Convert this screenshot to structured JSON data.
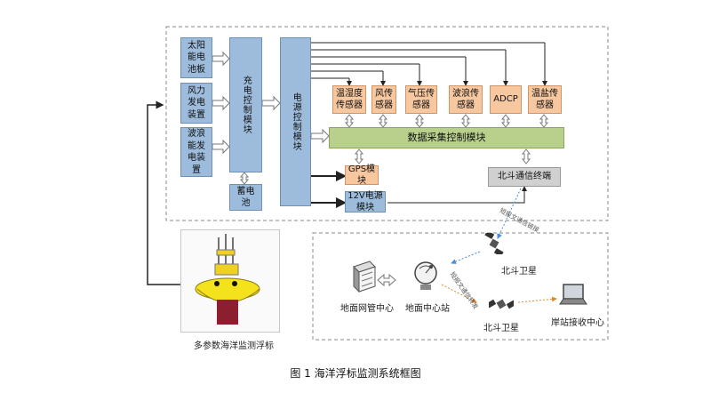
{
  "energy": {
    "solar": "太阳能电池板",
    "wind": "风力发电装置",
    "wave": "波浪能发电装置"
  },
  "charge_module": "充电控制模块",
  "battery": "蓄电池",
  "power_module": "电源控制模块",
  "sensors": [
    "温湿度传感器",
    "风传感器",
    "气压传感器",
    "波浪传感器",
    "ADCP",
    "温盐传感器"
  ],
  "data_module": "数据采集控制模块",
  "gps": "GPS模块",
  "v12": "12V电源模块",
  "beidou_terminal": "北斗通信终端",
  "buoy_label": "多参数海洋监测浮标",
  "network_center": "地面网管中心",
  "ground_station": "地面中心站",
  "sat_top": "北斗卫星",
  "sat_bottom": "北斗卫星",
  "shore_station": "岸站接收中心",
  "link_top": "短报文通信链接",
  "link_mid": "短报文通信转发",
  "caption": "图 1 海洋浮标监测系统框图"
}
